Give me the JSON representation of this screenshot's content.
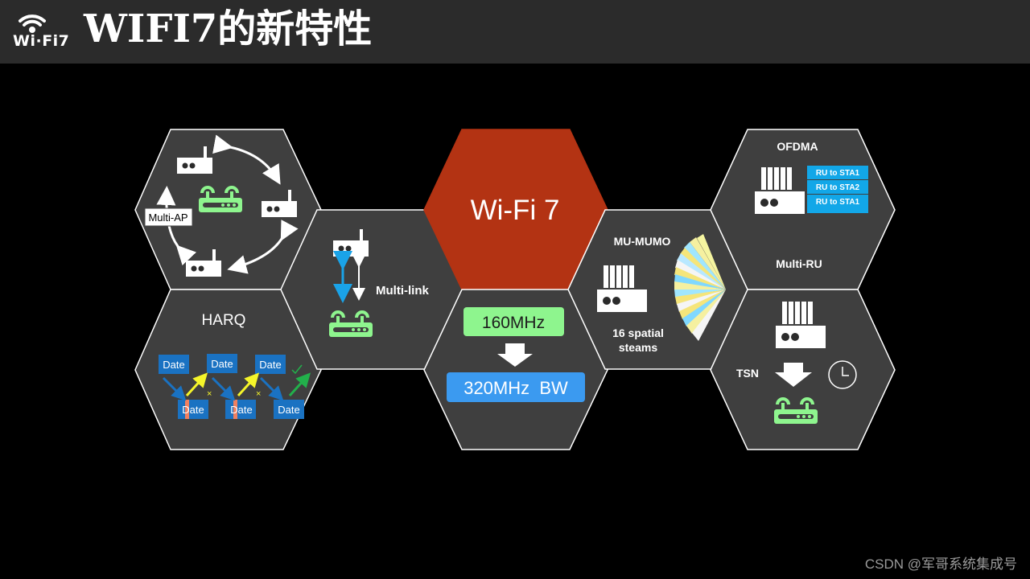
{
  "header": {
    "logo_text": "Wi·Fi7",
    "title": "WIFI7的新特性"
  },
  "cells": {
    "multi_ap": {
      "label": "Multi-AP"
    },
    "harq": {
      "title": "HARQ",
      "blocks_top": [
        "Date",
        "Date",
        "Date"
      ],
      "blocks_bottom": [
        "Date",
        "Date",
        "Date"
      ]
    },
    "multi_link": {
      "label": "Multi-link"
    },
    "center": {
      "label": "Wi-Fi 7",
      "color": "#b33313"
    },
    "bw": {
      "from": "160MHz",
      "to": "320MHz  BW",
      "from_color": "#8ef58e",
      "to_color": "#3b9af0"
    },
    "mu_mimo": {
      "title": "MU-MUMO",
      "caption_line1": "16 spatial",
      "caption_line2": "steams"
    },
    "ofdma": {
      "title": "OFDMA",
      "ru_rows": [
        "RU to STA1",
        "RU to STA2",
        "RU to STA1"
      ],
      "ru_color": "#12a7e8"
    },
    "multi_ru": {
      "label": "Multi-RU"
    },
    "tsn": {
      "label": "TSN"
    }
  },
  "colors": {
    "hex_fill": "#3f3f3f",
    "hex_stroke": "#ffffff",
    "router_green": "#8ef58e"
  },
  "watermark": "CSDN @军哥系统集成号"
}
